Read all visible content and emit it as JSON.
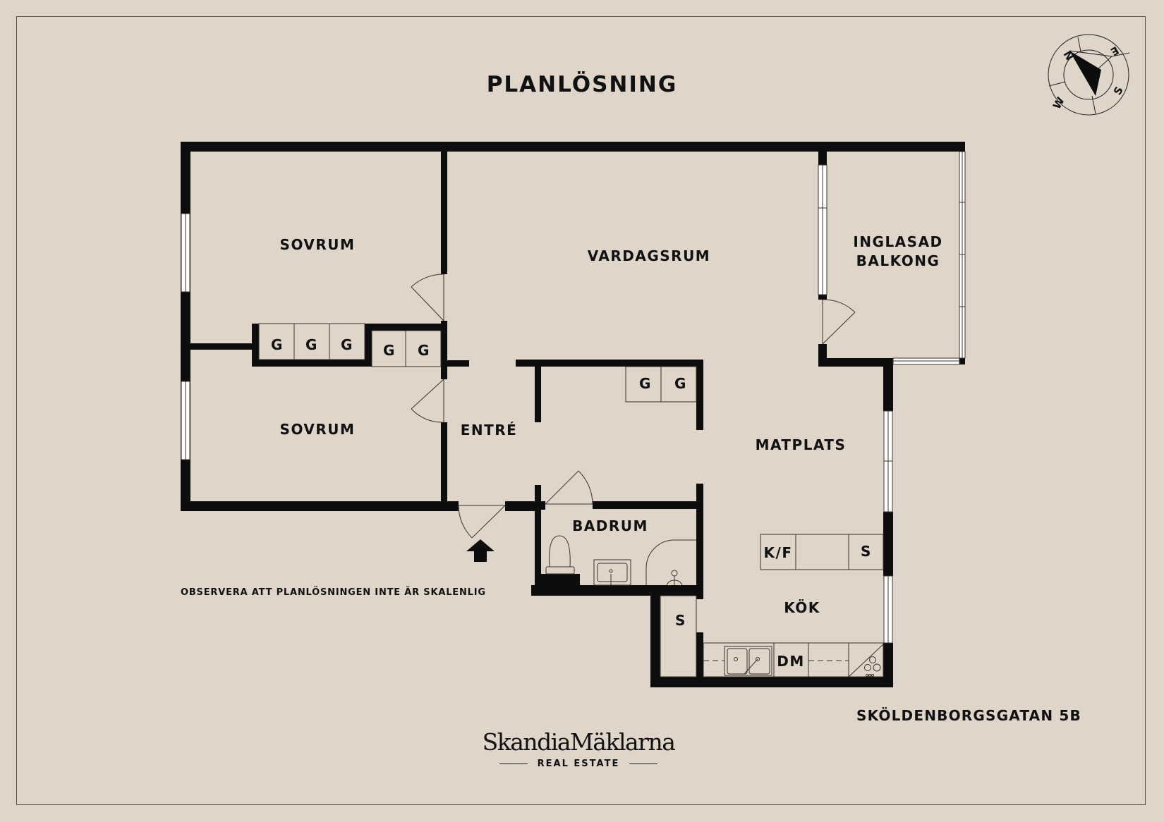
{
  "title": "PLANLÖSNING",
  "rooms": {
    "sovrum_1": "SOVRUM",
    "sovrum_2": "SOVRUM",
    "vardagsrum": "VARDAGSRUM",
    "balkong_line1": "INGLASAD",
    "balkong_line2": "BALKONG",
    "entre": "ENTRÉ",
    "matplats": "MATPLATS",
    "badrum": "BADRUM",
    "kok": "KÖK"
  },
  "fixtures": {
    "wardrobe_label": "G",
    "kf_label": "K/F",
    "s_label": "S",
    "dm_label": "DM"
  },
  "compass": {
    "n": "N",
    "e": "E",
    "s": "S",
    "w": "W"
  },
  "note": "OBSERVERA ATT PLANLÖSNINGEN INTE ÄR SKALENLIG",
  "address": "SKÖLDENBORGSGATAN 5B",
  "logo": {
    "name": "SkandiaMäklarna",
    "sub": "REAL ESTATE"
  },
  "colors": {
    "background": "#e0d5c9",
    "wall": "#0d0d0d",
    "line": "#3a332d",
    "window": "#ffffff"
  }
}
